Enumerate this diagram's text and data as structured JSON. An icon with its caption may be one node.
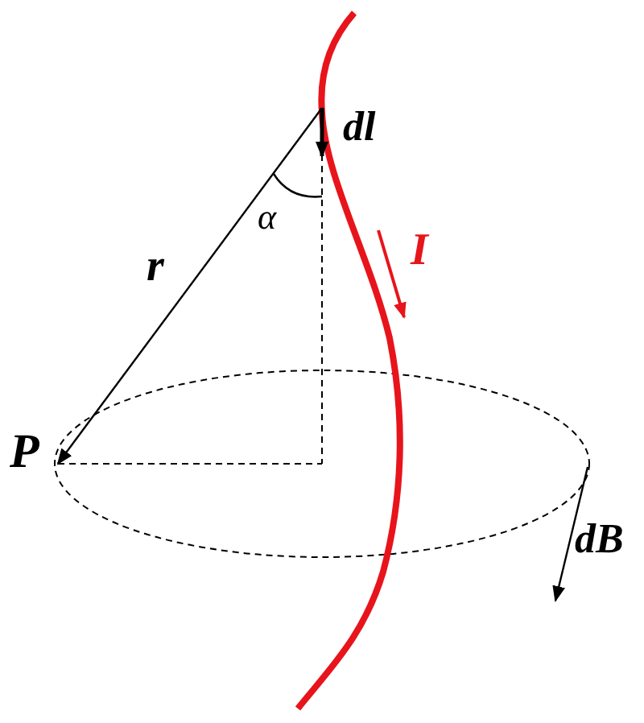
{
  "diagram": {
    "nodes": [
      {
        "text": [
          "P"
        ]
      },
      {
        "text": [],
        "shape": "curve"
      }
    ],
    "edges": [
      {
        "from": 1,
        "to": 0,
        "arrow": "to",
        "label": "r"
      }
    ],
    "labels": [
      "dl",
      "α",
      "I",
      "dB"
    ]
  }
}
